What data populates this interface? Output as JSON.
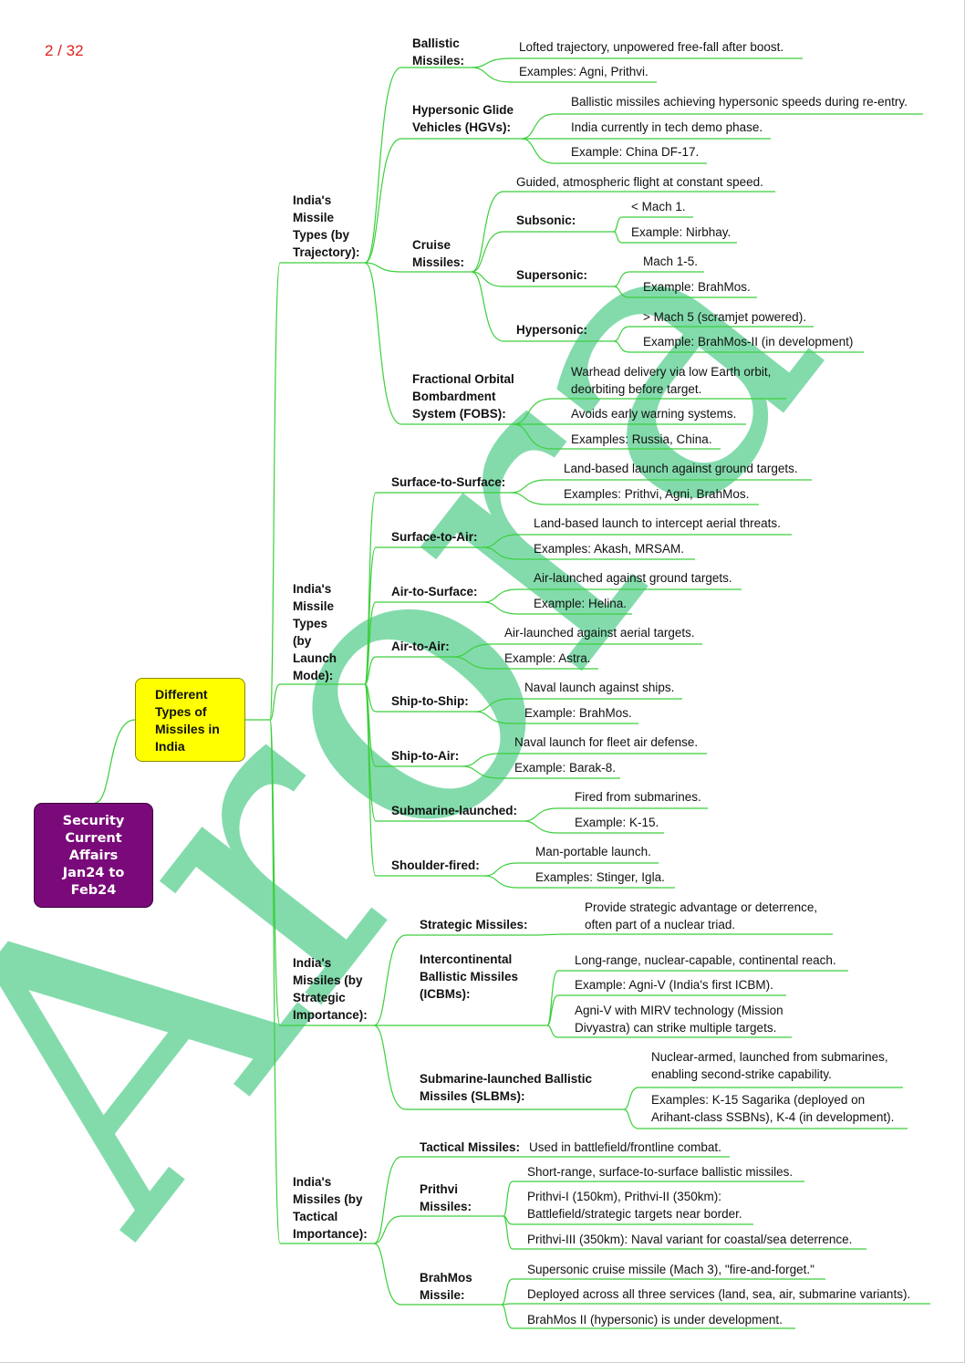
{
  "page_indicator": "2 / 32",
  "watermark_text": "Arora",
  "colors": {
    "root_fill": "#7a0a7a",
    "central_fill": "#ffff00",
    "connector": "#3ccf3c",
    "watermark": "#1fbf6a",
    "page_number": "#e02020"
  },
  "root": {
    "label": "Security\nCurrent\nAffairs\nJan24 to\nFeb24"
  },
  "central": {
    "label": "Different\nTypes of\nMissiles in\nIndia"
  },
  "branches": {
    "trajectory": {
      "label": "India's\nMissile\nTypes (by\nTrajectory):",
      "ballistic": {
        "label": "Ballistic\nMissiles:",
        "items": [
          "Lofted trajectory, unpowered free-fall after boost.",
          "Examples: Agni, Prithvi."
        ]
      },
      "hgv": {
        "label": "Hypersonic Glide\nVehicles (HGVs):",
        "items": [
          "Ballistic missiles achieving hypersonic speeds during re-entry.",
          "India currently in tech demo phase.",
          "Example: China DF-17."
        ]
      },
      "cruise": {
        "label": "Cruise\nMissiles:",
        "intro": "Guided, atmospheric flight at constant speed.",
        "subsonic": {
          "label": "Subsonic:",
          "items": [
            "< Mach 1.",
            "Example: Nirbhay."
          ]
        },
        "supersonic": {
          "label": "Supersonic:",
          "items": [
            "Mach 1-5.",
            "Example: BrahMos."
          ]
        },
        "hypersonic": {
          "label": "Hypersonic:",
          "items": [
            "> Mach 5 (scramjet powered).",
            "Example: BrahMos-II (in development)"
          ]
        }
      },
      "fobs": {
        "label": "Fractional Orbital\nBombardment\nSystem (FOBS):",
        "items": [
          "Warhead delivery via low Earth orbit,\ndeorbiting before target.",
          "Avoids early warning systems.",
          "Examples: Russia, China."
        ]
      }
    },
    "launch": {
      "label": "India's\nMissile\nTypes\n(by\nLaunch\nMode):",
      "surface_to_surface": {
        "label": "Surface-to-Surface:",
        "items": [
          "Land-based launch against ground targets.",
          "Examples: Prithvi, Agni, BrahMos."
        ]
      },
      "surface_to_air": {
        "label": "Surface-to-Air:",
        "items": [
          "Land-based launch to intercept aerial threats.",
          "Examples: Akash, MRSAM."
        ]
      },
      "air_to_surface": {
        "label": "Air-to-Surface:",
        "items": [
          "Air-launched against ground targets.",
          "Example: Helina."
        ]
      },
      "air_to_air": {
        "label": "Air-to-Air:",
        "items": [
          "Air-launched against aerial targets.",
          "Example: Astra."
        ]
      },
      "ship_to_ship": {
        "label": "Ship-to-Ship:",
        "items": [
          "Naval launch against ships.",
          "Example: BrahMos."
        ]
      },
      "ship_to_air": {
        "label": "Ship-to-Air:",
        "items": [
          "Naval launch for fleet air defense.",
          "Example: Barak-8."
        ]
      },
      "submarine": {
        "label": "Submarine-launched:",
        "items": [
          "Fired from submarines.",
          "Example: K-15."
        ]
      },
      "shoulder": {
        "label": "Shoulder-fired:",
        "items": [
          "Man-portable launch.",
          "Examples: Stinger, Igla."
        ]
      }
    },
    "strategic": {
      "label": "India's\nMissiles (by\nStrategic\nImportance):",
      "strategic_missiles": {
        "label": "Strategic Missiles:",
        "items": [
          "Provide strategic advantage or deterrence,\noften part of a nuclear triad."
        ]
      },
      "icbm": {
        "label": "Intercontinental\nBallistic Missiles\n(ICBMs):",
        "items": [
          "Long-range, nuclear-capable, continental reach.",
          "Example: Agni-V (India's first ICBM).",
          "Agni-V with MIRV technology (Mission\nDivyastra) can strike multiple targets."
        ]
      },
      "slbm": {
        "label": "Submarine-launched Ballistic\nMissiles (SLBMs):",
        "items": [
          "Nuclear-armed, launched from submarines,\nenabling second-strike capability.",
          "Examples: K-15 Sagarika (deployed on\nArihant-class SSBNs), K-4 (in development)."
        ]
      }
    },
    "tactical": {
      "label": "India's\nMissiles (by\nTactical\nImportance):",
      "tactical_missiles": {
        "label": "Tactical Missiles:",
        "items": [
          "Used in battlefield/frontline combat."
        ]
      },
      "prithvi": {
        "label": "Prithvi\nMissiles:",
        "items": [
          "Short-range, surface-to-surface ballistic missiles.",
          "Prithvi-I (150km), Prithvi-II (350km):\nBattlefield/strategic targets near border.",
          "Prithvi-III (350km): Naval variant for coastal/sea deterrence."
        ]
      },
      "brahmos": {
        "label": "BrahMos\nMissile:",
        "items": [
          "Supersonic cruise missile (Mach 3), \"fire-and-forget.\"",
          "Deployed across all three services (land, sea, air, submarine variants).",
          "BrahMos II (hypersonic) is under development."
        ]
      }
    }
  }
}
